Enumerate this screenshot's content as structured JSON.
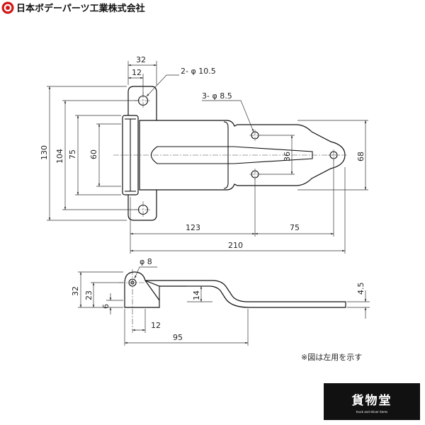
{
  "brand": {
    "company_name": "日本ボデーパーツ工業株式会社",
    "mark_icon": "company-mark-icon"
  },
  "plan_view": {
    "dims": {
      "w32": "32",
      "w12": "12",
      "holes_hinge": "2- φ 10.5",
      "holes_strap": "3- φ 8.5",
      "h130": "130",
      "h104": "104",
      "h75": "75",
      "h60": "60",
      "h36": "36",
      "h68": "68",
      "l123": "123",
      "l75": "75",
      "l210": "210"
    }
  },
  "side_view": {
    "dims": {
      "pin": "φ 8",
      "h32": "32",
      "h23": "23",
      "h6": "6",
      "h14": "14",
      "t45": "4.5",
      "w12": "12",
      "w95": "95"
    }
  },
  "note": "※図は左用を示す",
  "store_logo": {
    "name": "貨物堂",
    "tagline": "truck and driver items",
    "background": "#111111"
  }
}
